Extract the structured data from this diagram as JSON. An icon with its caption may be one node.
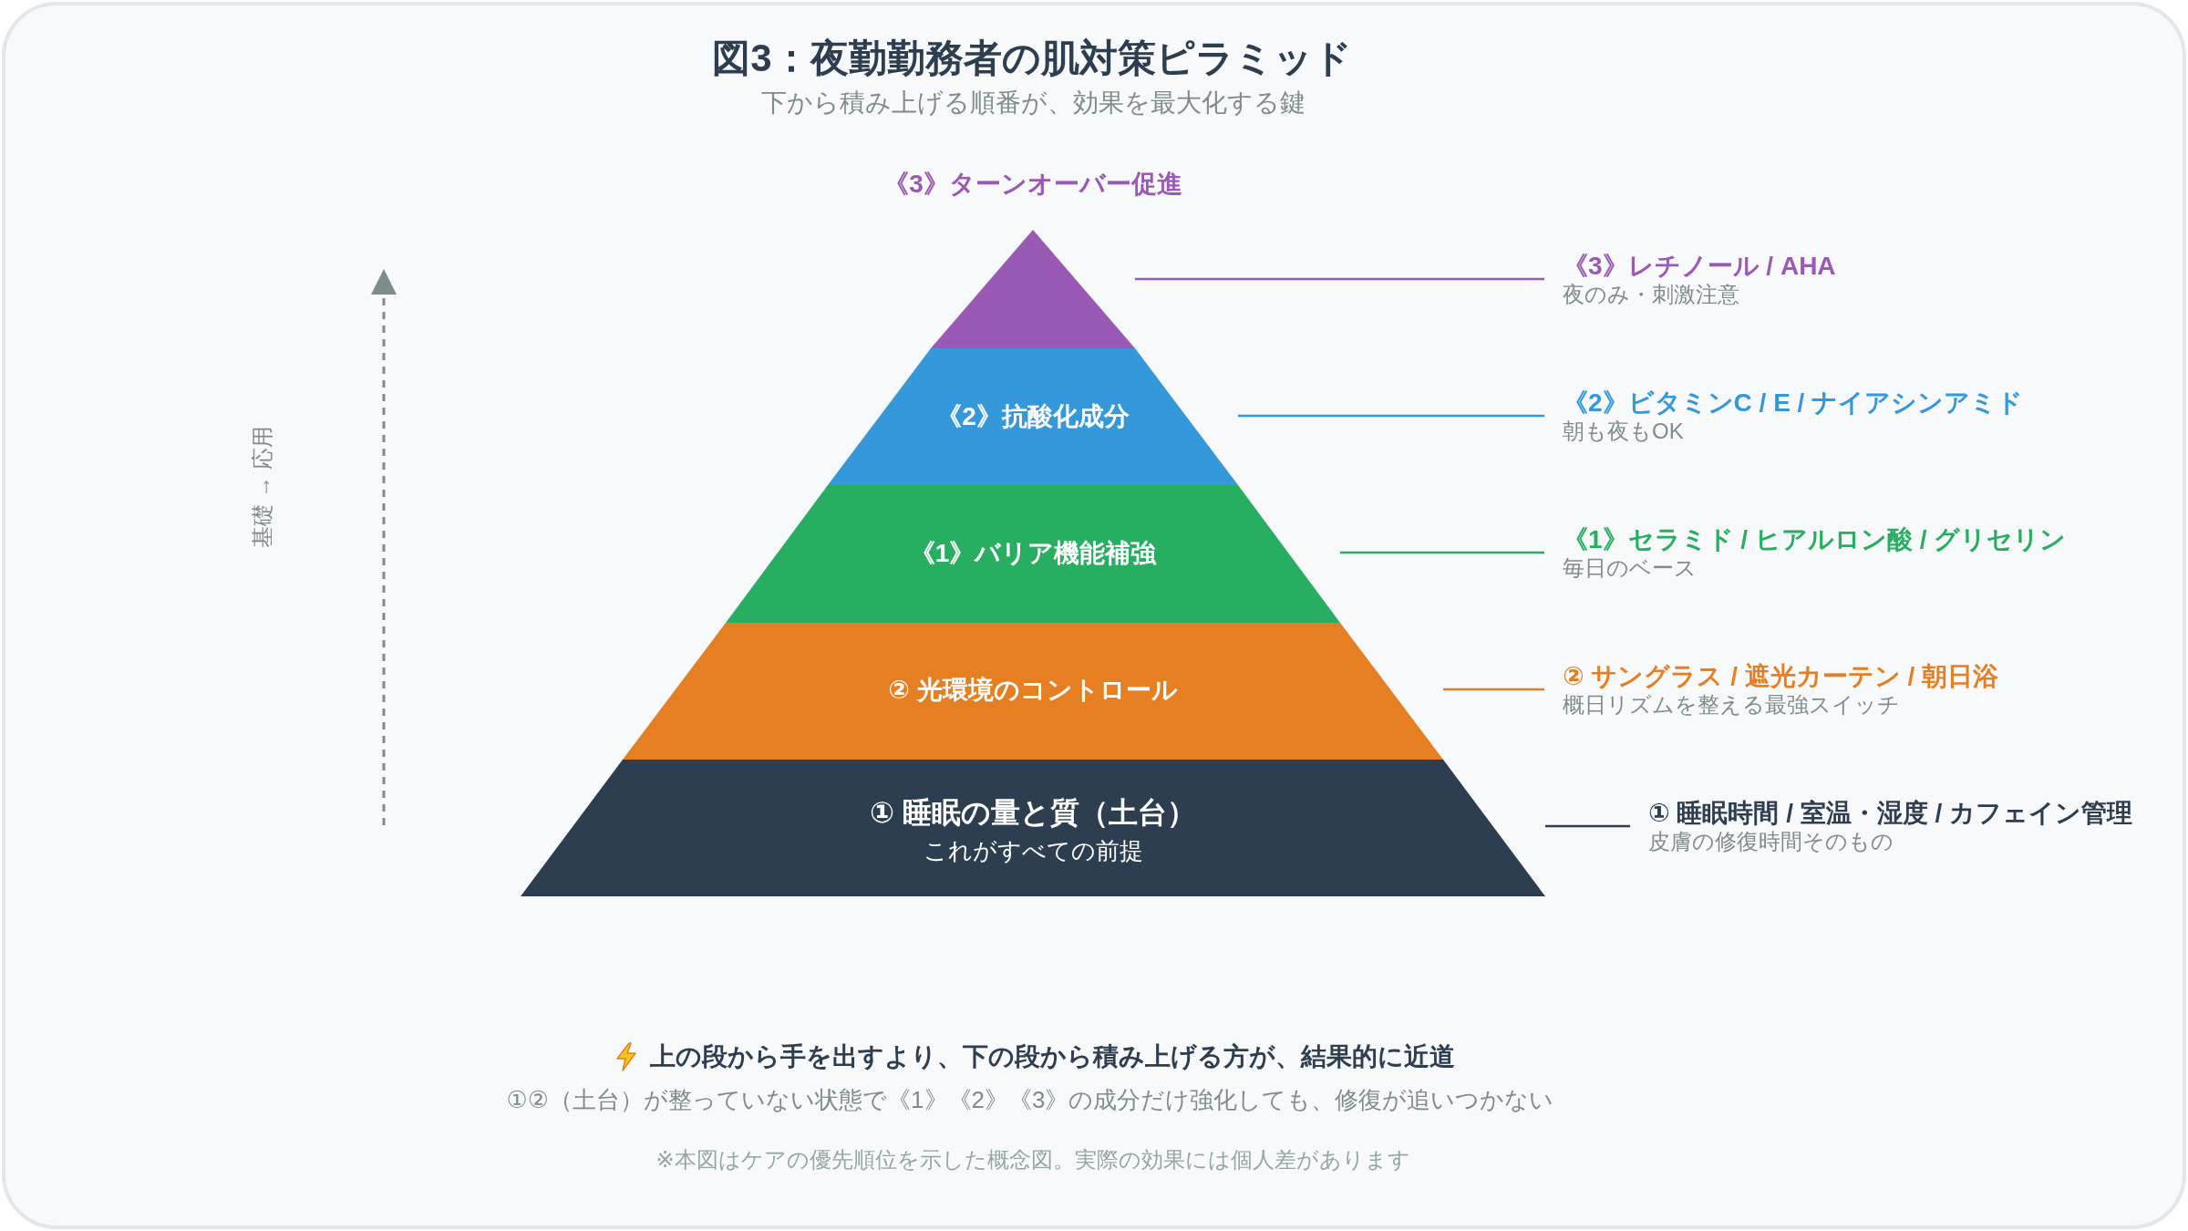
{
  "diagram": {
    "title": "図3：夜勤勤務者の肌対策ピラミッド",
    "nodes": [
      {
        "text": [
          "《3》ターンオーバー促進"
        ]
      },
      {
        "text": [
          "《2》抗酸化成分"
        ]
      },
      {
        "text": [
          "《1》バリア機能補強"
        ]
      },
      {
        "text": [
          "② 光環境のコントロール"
        ]
      },
      {
        "text": [
          "① 睡眠の量と質（土台）",
          "これがすべての前提"
        ]
      },
      {
        "text": [
          "《3》レチノール / AHA",
          "夜のみ・刺激注意"
        ]
      },
      {
        "text": [
          "《2》ビタミンC / E / ナイアシンアミド",
          "朝も夜もOK"
        ]
      },
      {
        "text": [
          "《1》セラミド / ヒアルロン酸 / グリセリン",
          "毎日のベース"
        ]
      },
      {
        "text": [
          "② サングラス / 遮光カーテン / 朝日浴",
          "概日リズムを整える最強スイッチ"
        ]
      },
      {
        "text": [
          "① 睡眠時間 / 室温・湿度 / カフェイン管理",
          "皮膚の修復時間そのもの"
        ]
      }
    ],
    "edges": [
      {
        "from": 0,
        "to": 5,
        "arrow": "none",
        "color": "#9b59b6"
      },
      {
        "from": 1,
        "to": 6,
        "arrow": "none",
        "color": "#3498db"
      },
      {
        "from": 2,
        "to": 7,
        "arrow": "none",
        "color": "#27ae60"
      },
      {
        "from": 3,
        "to": 8,
        "arrow": "none",
        "color": "#e67e22"
      },
      {
        "from": 4,
        "to": 9,
        "arrow": "none",
        "color": "#2c3e50"
      }
    ],
    "labels": [
      "下から積み上げる順番が、効果を最大化する鍵",
      "基礎 → 応用",
      "上の段から手を出すより、下の段から積み上げる方が、結果的に近道",
      "①②（土台）が整っていない状態で《1》《2》《3》の成分だけ強化しても、修復が追いつかない",
      "※本図はケアの優先順位を示した概念図。実際の効果には個人差があります"
    ]
  }
}
